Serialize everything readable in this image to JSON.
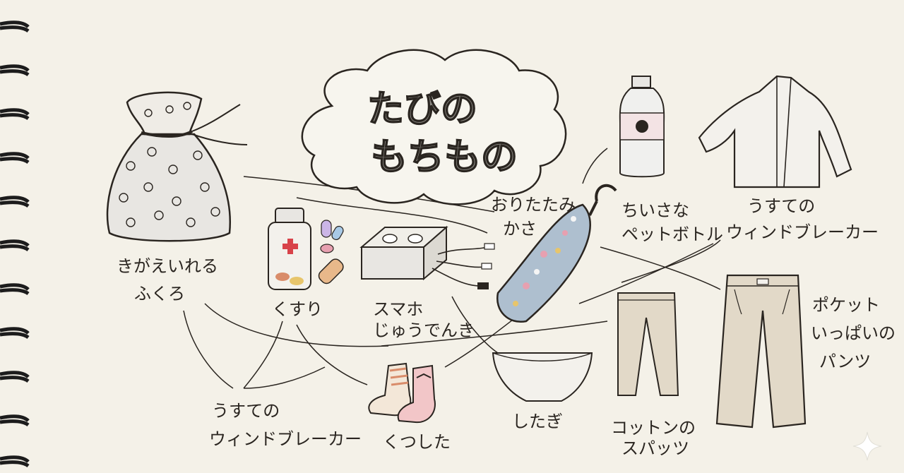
{
  "title": {
    "line1": "たびの",
    "line2": "もちもの"
  },
  "labels": {
    "bag": [
      "きがえいれる",
      "ふくろ"
    ],
    "umbrella": [
      "おりたたみ",
      "かさ"
    ],
    "bottle": [
      "ちいさな",
      "ペットボトル"
    ],
    "jacket_top": [
      "うすての",
      "ウィンドブレーカー"
    ],
    "medicine": [
      "くすり"
    ],
    "charger": [
      "スマホ",
      "じゅうでんき"
    ],
    "pants": [
      "ポケット",
      "いっぱいの",
      "パンツ"
    ],
    "jacket_bottom": [
      "うすての",
      "ウィンドブレーカー"
    ],
    "socks": [
      "くつした"
    ],
    "underwear": [
      "したぎ"
    ],
    "spats": [
      "コットンの",
      "スパッツ"
    ]
  },
  "colors": {
    "paper": "#f4f1e8",
    "ink": "#2a2520",
    "binding": "#1c1c1c",
    "flower_bag": "#e8e6e2",
    "umbrella": "#aebfcf",
    "medicine_red": "#d8434a",
    "pants_beige": "#e2d9c8",
    "sock_stripe": "#d98c6a",
    "sock_pink": "#f2c6c8"
  },
  "icons": [
    "spiral-binding-icon",
    "sparkle-icon"
  ]
}
